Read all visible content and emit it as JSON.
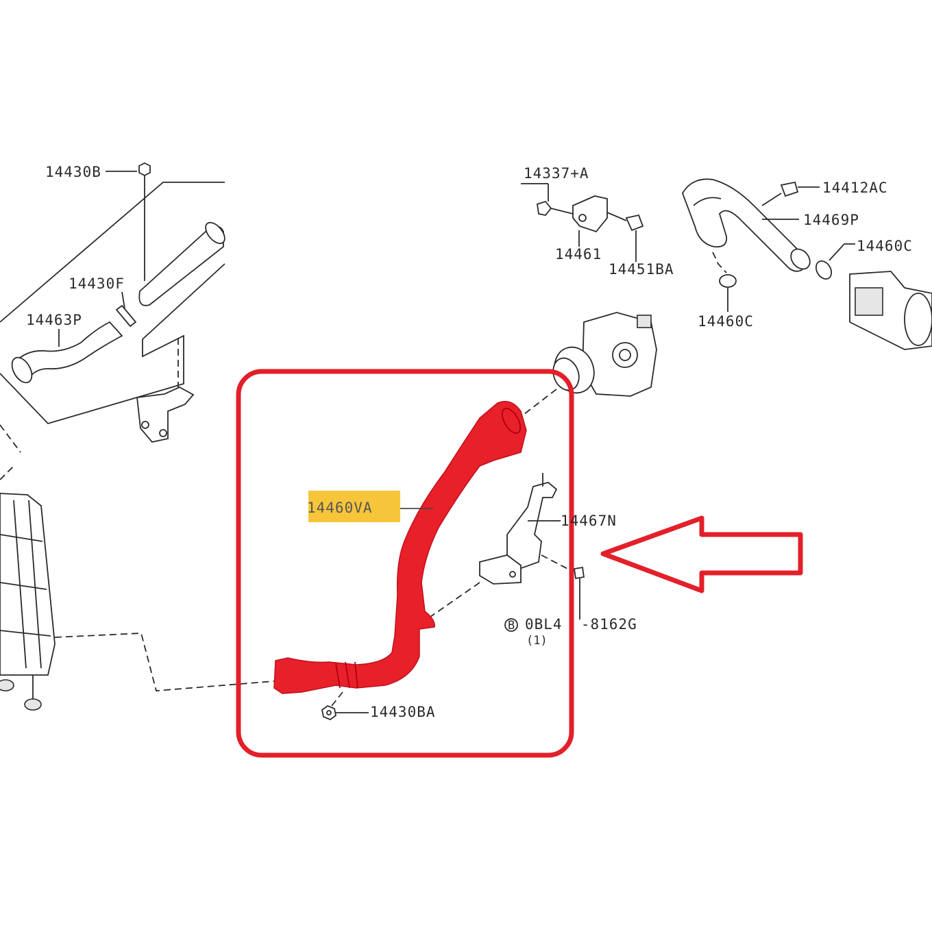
{
  "parts": {
    "p14430B": "14430B",
    "p14430F": "14430F",
    "p14463P": "14463P",
    "p14337A": "14337+A",
    "p14461": "14461",
    "p14451BA": "14451BA",
    "p14412AC": "14412AC",
    "p14469P": "14469P",
    "p14460C_a": "14460C",
    "p14460C_b": "14460C",
    "p14460VA": "14460VA",
    "p14467N": "14467N",
    "p0BL4_8162G": "0BL4  -8162G",
    "bolt_symbol": "B",
    "qty": "(1)",
    "p14430BA": "14430BA"
  },
  "colors": {
    "highlight_box": "#e3202a",
    "highlight_hose": "#e8202a",
    "label_highlight": "#f7c53a",
    "line": "#2a2a2a"
  }
}
